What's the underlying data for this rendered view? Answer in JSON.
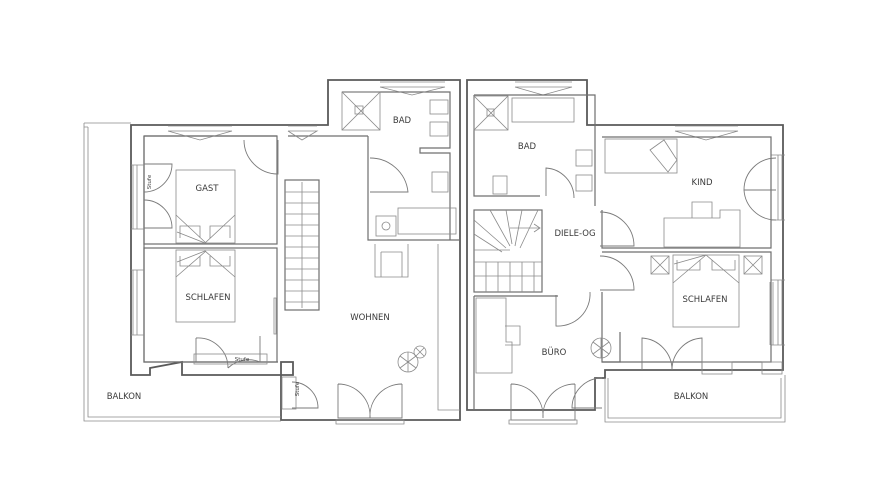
{
  "rooms": {
    "gast": "GAST",
    "schlafen_left": "SCHLAFEN",
    "wohnen": "WOHNEN",
    "bad_left": "BAD",
    "bad_right": "BAD",
    "kind": "KIND",
    "diele": "DIELE-OG",
    "schlafen_right": "SCHLAFEN",
    "buero": "BÜRO",
    "balkon_left": "BALKON",
    "balkon_right": "BALKON"
  },
  "annotations": {
    "stufe_1": "Stufe",
    "stufe_2": "Stufe",
    "stufe_3": "Stufe"
  }
}
